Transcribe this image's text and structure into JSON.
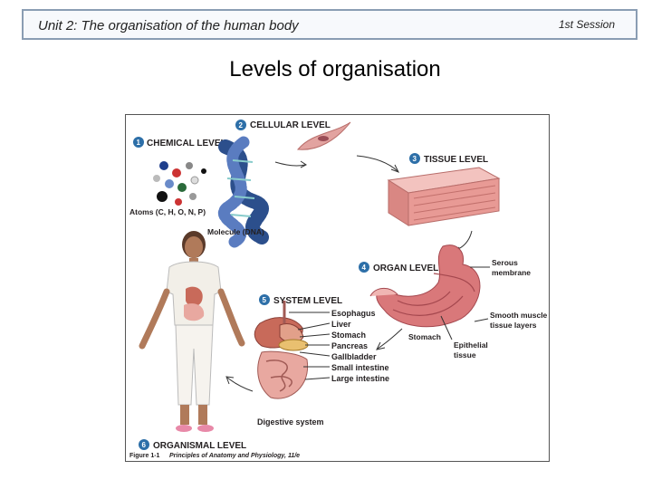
{
  "header": {
    "unit_title": "Unit 2: The organisation of the human body",
    "session": "1st Session"
  },
  "slide": {
    "title": "Levels of organisation"
  },
  "figure": {
    "levels": [
      {
        "num": "1",
        "label": "CHEMICAL LEVEL"
      },
      {
        "num": "2",
        "label": "CELLULAR LEVEL"
      },
      {
        "num": "3",
        "label": "TISSUE LEVEL"
      },
      {
        "num": "4",
        "label": "ORGAN LEVEL"
      },
      {
        "num": "5",
        "label": "SYSTEM LEVEL"
      },
      {
        "num": "6",
        "label": "ORGANISMAL LEVEL"
      }
    ],
    "atoms_label": "Atoms (C, H, O, N, P)",
    "molecule_label": "Molecule (DNA)",
    "organ_labels": {
      "serous": "Serous",
      "membrane": "membrane",
      "smooth": "Smooth muscle",
      "tissue_layers": "tissue layers",
      "stomach": "Stomach",
      "epithelial": "Epithelial",
      "tissue": "tissue"
    },
    "system_organs": [
      "Esophagus",
      "Liver",
      "Stomach",
      "Pancreas",
      "Gallbladder",
      "Small intestine",
      "Large intestine"
    ],
    "digestive_label": "Digestive system",
    "caption_prefix": "Figure 1-1",
    "caption_text": "Principles of Anatomy and Physiology, 11/e"
  },
  "colors": {
    "level_badge": "#2d6fa8",
    "header_border": "#8a9db3",
    "tissue_pink": "#e89a95",
    "organ_pink": "#d9787a",
    "dna_blue": "#2c4f8c"
  }
}
